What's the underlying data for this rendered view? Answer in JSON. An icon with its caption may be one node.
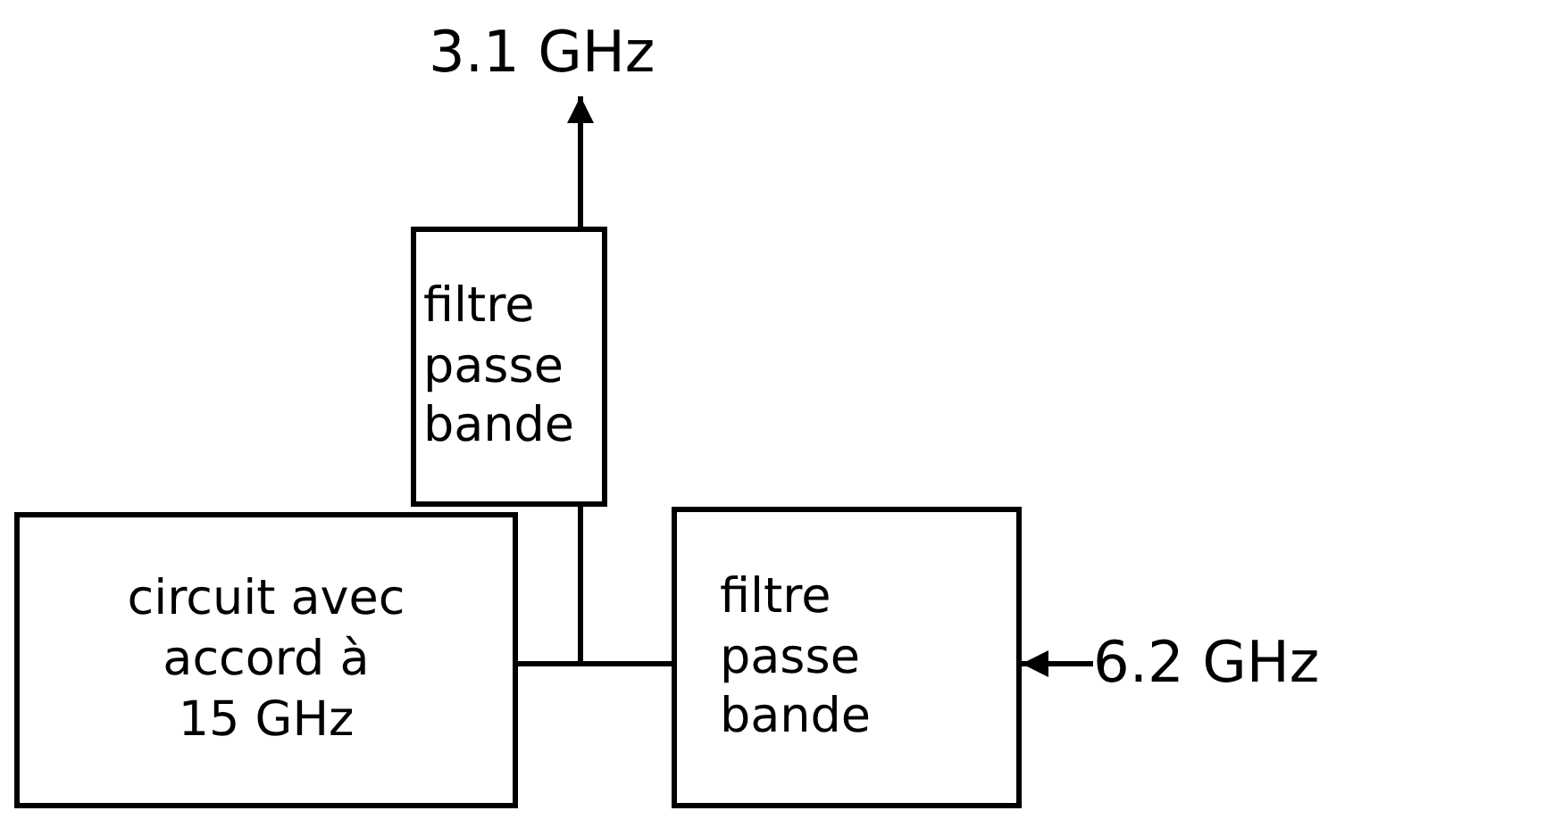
{
  "diagram": {
    "nodes": [
      {
        "text": [
          "3.1 GHz"
        ]
      },
      {
        "text": [
          "filtre passe bande"
        ]
      },
      {
        "text": [
          "circuit avec accord à 15 GHz"
        ]
      },
      {
        "text": [
          "filtre passe bande"
        ]
      },
      {
        "text": [
          "6.2 GHz"
        ]
      }
    ],
    "edges": [
      {
        "from": 1,
        "to": 0,
        "arrow": "to"
      },
      {
        "from": 4,
        "to": 3,
        "arrow": "to"
      },
      {
        "from": 2,
        "to": 3,
        "arrow": "none"
      },
      {
        "from": 1,
        "to": 2,
        "arrow": "none"
      },
      {
        "from": 1,
        "to": 3,
        "arrow": "none"
      }
    ]
  }
}
